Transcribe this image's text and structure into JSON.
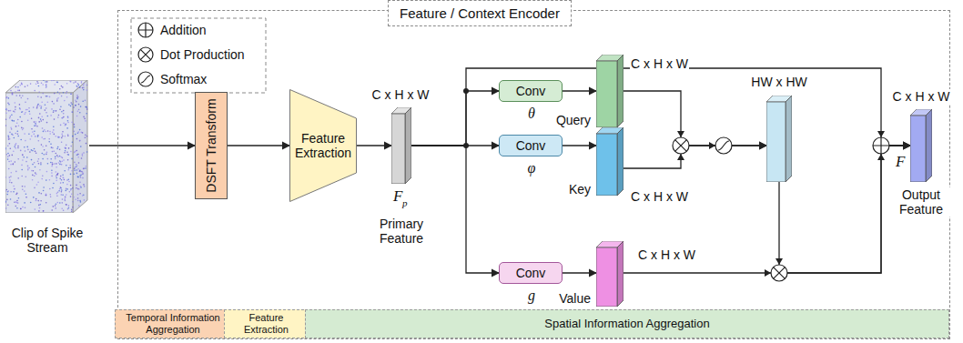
{
  "diagram": {
    "nodes": [
      {
        "text": [
          "Feature / Context Encoder"
        ]
      },
      {
        "text": [
          "Clip of Spike Stream"
        ]
      },
      {
        "text": [
          "DSFT Transform"
        ],
        "in": 0
      },
      {
        "text": [
          "Feature Extraction"
        ],
        "in": 0
      },
      {
        "text": [
          "C x H x W",
          "F",
          "p",
          "Primary Feature"
        ],
        "in": 0
      },
      {
        "text": [
          "Conv",
          "θ"
        ],
        "in": 0
      },
      {
        "text": [
          "Conv",
          "φ"
        ],
        "in": 0
      },
      {
        "text": [
          "Conv",
          "g"
        ],
        "in": 0
      },
      {
        "text": [
          "Query",
          "C x H x W"
        ],
        "in": 0
      },
      {
        "text": [
          "Key",
          "C x H x W"
        ],
        "in": 0
      },
      {
        "text": [
          "Value",
          "C x H x W"
        ],
        "in": 0
      },
      {
        "text": [
          "HW x HW"
        ],
        "in": 0
      },
      {
        "text": [
          "C x H x W",
          "F",
          "Output Feature"
        ],
        "in": 0
      },
      {
        "text": [
          "Temporal Information Aggregation"
        ],
        "in": 0
      },
      {
        "text": [
          "Feature Extraction"
        ],
        "in": 0
      },
      {
        "text": [
          "Spatial Information Aggregation"
        ],
        "in": 0
      }
    ],
    "edges": [
      {
        "from": 1,
        "to": 2,
        "arrow": "to"
      },
      {
        "from": 2,
        "to": 3,
        "arrow": "to"
      },
      {
        "from": 3,
        "to": 4,
        "arrow": "to"
      },
      {
        "from": 4,
        "to": 5,
        "arrow": "to"
      },
      {
        "from": 4,
        "to": 6,
        "arrow": "to"
      },
      {
        "from": 4,
        "to": 7,
        "arrow": "to"
      },
      {
        "from": 4,
        "to": 12,
        "arrow": "to"
      },
      {
        "from": 5,
        "to": 8,
        "arrow": "to"
      },
      {
        "from": 6,
        "to": 9,
        "arrow": "to"
      },
      {
        "from": 7,
        "to": 10,
        "arrow": "to"
      },
      {
        "from": 8,
        "to": 11,
        "arrow": "to"
      },
      {
        "from": 9,
        "to": 11,
        "arrow": "to"
      },
      {
        "from": 11,
        "to": 12,
        "arrow": "to"
      },
      {
        "from": 10,
        "to": 12,
        "arrow": "to"
      }
    ],
    "legend": [
      {
        "text": "Addition"
      },
      {
        "text": "Dot Production"
      },
      {
        "text": "Softmax"
      }
    ]
  }
}
